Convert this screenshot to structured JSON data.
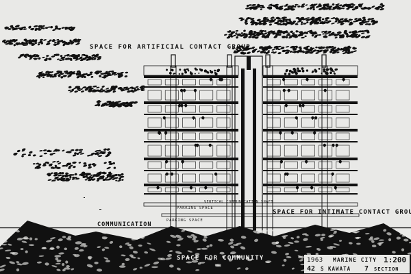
{
  "drawing": {
    "labels": {
      "artificial_contact": "SPACE FOR ARTIFICIAL CONTACT GROUP",
      "intimate_contact": "SPACE FOR INTIMATE CONTACT GROUP",
      "communication": "COMMUNICATION",
      "community": "SPACE FOR COMMUNITY",
      "parking_upper": "PARKING SPACE",
      "parking_lower": "PARKING SPACE",
      "vertical_shaft": "VERTICAL COMMUNICATION SHAFT"
    },
    "title_plate": {
      "year": "1963",
      "project": "MARINE CITY",
      "scale": "1:200",
      "number": "42",
      "author": "S KAWATA",
      "sheet": "7",
      "view": "SECTION"
    },
    "colors": {
      "paper": "#e9e9e7",
      "ink": "#111111"
    }
  }
}
